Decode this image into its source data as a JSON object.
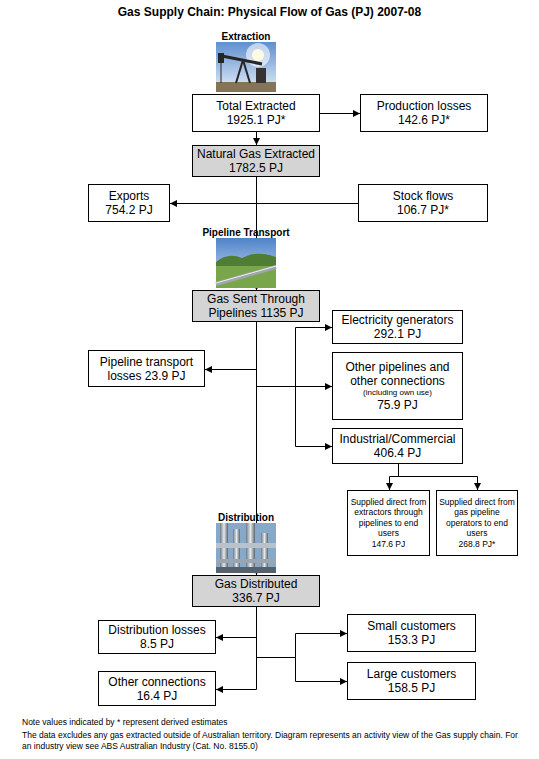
{
  "diagram": {
    "title": "Gas Supply Chain: Physical Flow of Gas (PJ) 2007-08",
    "nodes": [
      {
        "text": [
          "Total Extracted",
          "1925.1 PJ*"
        ]
      },
      {
        "text": [
          "Production losses",
          "142.6 PJ*"
        ]
      },
      {
        "text": [
          "Natural Gas Extracted",
          "1782.5 PJ"
        ]
      },
      {
        "text": [
          "Exports",
          "754.2 PJ"
        ]
      },
      {
        "text": [
          "Stock flows",
          "106.7 PJ*"
        ]
      },
      {
        "text": [
          "Gas Sent Through Pipelines 1135 PJ"
        ]
      },
      {
        "text": [
          "Electricity generators",
          "292.1 PJ"
        ]
      },
      {
        "text": [
          "Pipeline transport losses 23.9 PJ"
        ]
      },
      {
        "text": [
          "Other pipelines and other connections",
          "(including own use)",
          "75.9 PJ"
        ]
      },
      {
        "text": [
          "Industrial/Commercial",
          "406.4 PJ"
        ]
      },
      {
        "text": [
          "Supplied direct from extractors through pipelines to end users",
          "147.6 PJ"
        ]
      },
      {
        "text": [
          "Supplied direct from gas pipeline operators to end users",
          "268.8 PJ*"
        ]
      },
      {
        "text": [
          "Gas Distributed",
          "336.7 PJ"
        ]
      },
      {
        "text": [
          "Distribution losses",
          "8.5 PJ"
        ]
      },
      {
        "text": [
          "Small customers",
          "153.3 PJ"
        ]
      },
      {
        "text": [
          "Other connections",
          "16.4 PJ"
        ]
      },
      {
        "text": [
          "Large customers",
          "158.5 PJ"
        ]
      }
    ],
    "edges": [
      {
        "from": 0,
        "to": 1,
        "arrow": "to"
      },
      {
        "from": 0,
        "to": 2,
        "arrow": "to"
      },
      {
        "from": 2,
        "to": 3,
        "arrow": "to"
      },
      {
        "from": 2,
        "to": 5,
        "arrow": "to"
      },
      {
        "from": 4,
        "to": 5,
        "arrow": "to"
      },
      {
        "from": 5,
        "to": 7,
        "arrow": "to"
      },
      {
        "from": 5,
        "to": 6,
        "arrow": "to"
      },
      {
        "from": 5,
        "to": 8,
        "arrow": "to"
      },
      {
        "from": 5,
        "to": 9,
        "arrow": "to"
      },
      {
        "from": 5,
        "to": 12,
        "arrow": "to"
      },
      {
        "from": 9,
        "to": 10,
        "arrow": "to"
      },
      {
        "from": 9,
        "to": 11,
        "arrow": "to"
      },
      {
        "from": 12,
        "to": 13,
        "arrow": "to"
      },
      {
        "from": 12,
        "to": 14,
        "arrow": "to"
      },
      {
        "from": 12,
        "to": 15,
        "arrow": "to"
      },
      {
        "from": 12,
        "to": 16,
        "arrow": "to"
      }
    ],
    "labels": [
      "Extraction",
      "Pipeline Transport",
      "Distribution",
      "Note values indicated by * represent derived estimates",
      "The data excludes any gas extracted outside of Australian territory. Diagram represents an activity view of the Gas supply chain. For an industry view see ABS Australian Industry (Cat. No. 8155.0)"
    ]
  }
}
